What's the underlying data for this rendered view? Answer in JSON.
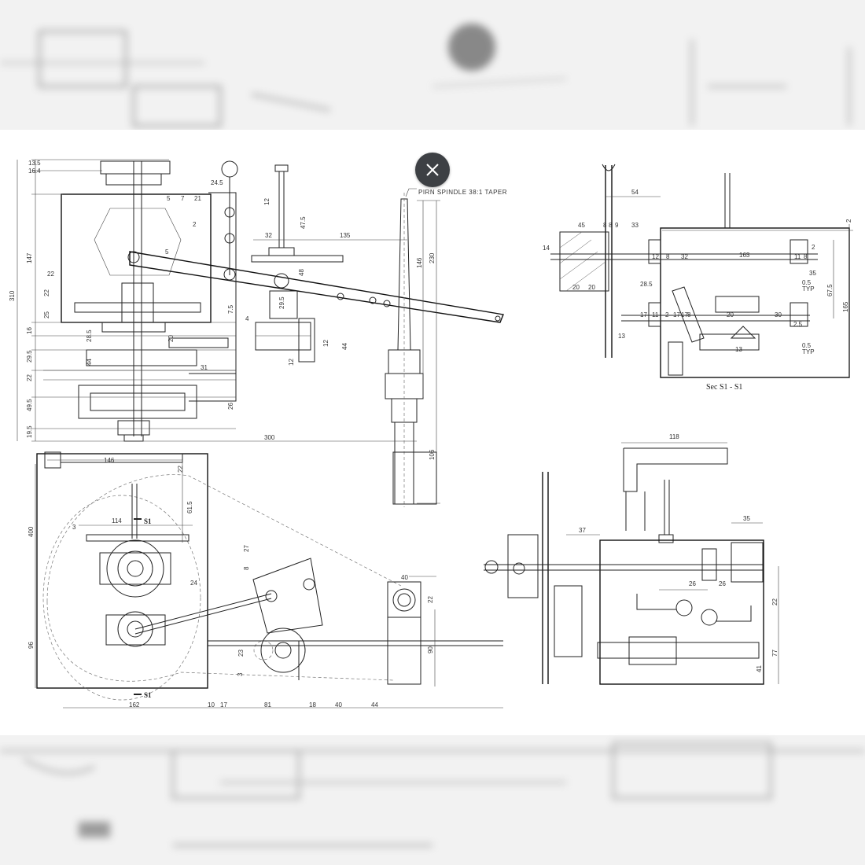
{
  "viewer": {
    "close_label": "",
    "close_icon": "close-icon"
  },
  "drawing": {
    "taper_note": "PIRN SPINDLE 38:1 TAPER",
    "section_title": "Sec S1 - S1",
    "section_marker": "S1",
    "view_top_left_dims": [
      "16.4",
      "13.5",
      "310",
      "147",
      "22",
      "22",
      "25",
      "16",
      "28.5",
      "29.5",
      "44",
      "22",
      "49.5",
      "19.5",
      "24.5",
      "12",
      "47.5",
      "32",
      "135",
      "146",
      "230",
      "5",
      "7",
      "2",
      "21",
      "5",
      "48",
      "29.5",
      "7.5",
      "4",
      "12",
      "44",
      "20",
      "31",
      "26",
      "300",
      "106",
      "12"
    ],
    "view_section_dims": [
      "54",
      "45",
      "8",
      "8",
      "9",
      "33",
      "14",
      "12",
      "8",
      "32",
      "163",
      "11",
      "8",
      "2",
      "2",
      "28.5",
      "20",
      "20",
      "35",
      "67.5",
      "165",
      "17",
      "11",
      "2",
      "17",
      "17",
      "8",
      "30",
      "20",
      "2.5",
      "0.5",
      "TYP",
      "13",
      "0.5",
      "TYP",
      "13"
    ],
    "view_bottom_left_dims": [
      "146",
      "22",
      "400",
      "61.5",
      "114",
      "3",
      "27",
      "8",
      "24",
      "40",
      "22",
      "96",
      "23",
      "3",
      "90",
      "162",
      "10",
      "17",
      "81",
      "18",
      "40",
      "44"
    ],
    "view_bottom_right_dims": [
      "118",
      "37",
      "35",
      "26",
      "26",
      "22",
      "77",
      "41"
    ]
  }
}
